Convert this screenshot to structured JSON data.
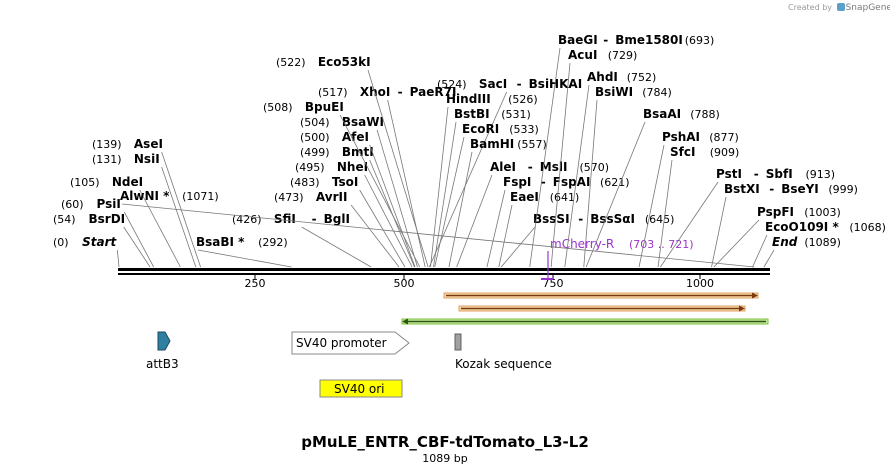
{
  "credit": {
    "prefix": "Created by",
    "brand": "SnapGene"
  },
  "plasmid": {
    "name": "pMuLE_ENTR_CBF-tdTomato_L3-L2",
    "length_label": "1089 bp",
    "length": 1089
  },
  "ruler": {
    "ticks": [
      250,
      500,
      750,
      1000
    ]
  },
  "endpoints": [
    {
      "name": "Start",
      "pos": "0"
    },
    {
      "name": "End",
      "pos": "1089"
    }
  ],
  "sites": [
    {
      "name": "BsrDI",
      "pos": "54"
    },
    {
      "name": "PsiI",
      "pos": "60"
    },
    {
      "name": "NdeI",
      "pos": "105"
    },
    {
      "name": "NsiI",
      "pos": "131"
    },
    {
      "name": "AseI",
      "pos": "139"
    },
    {
      "name": "BsaBI *",
      "pos": "292",
      "pos_right": true
    },
    {
      "name": "SfiI",
      "name2": "BglI",
      "pos": "426"
    },
    {
      "name": "AvrII",
      "pos": "473"
    },
    {
      "name": "TsoI",
      "pos": "483"
    },
    {
      "name": "NheI",
      "pos": "495"
    },
    {
      "name": "BmtI",
      "pos": "499"
    },
    {
      "name": "AfeI",
      "pos": "500"
    },
    {
      "name": "BsaWI",
      "pos": "504"
    },
    {
      "name": "BpuEI",
      "pos": "508"
    },
    {
      "name": "XhoI",
      "name2": "PaeR7I",
      "pos": "517"
    },
    {
      "name": "Eco53kI",
      "pos": "522"
    },
    {
      "name": "SacI",
      "name2": "BsiHKAI",
      "pos": "524"
    },
    {
      "name": "HindIII",
      "pos": "526",
      "pos_right": true
    },
    {
      "name": "BstBI",
      "pos": "531",
      "pos_right": true
    },
    {
      "name": "EcoRI",
      "pos": "533",
      "pos_right": true
    },
    {
      "name": "BamHI",
      "pos": "557",
      "pos_right": true
    },
    {
      "name": "AleI",
      "name2": "MslI",
      "pos": "570",
      "pos_right": true
    },
    {
      "name": "FspI",
      "name2": "FspAI",
      "pos": "621",
      "pos_right": true
    },
    {
      "name": "EaeI",
      "pos": "641",
      "pos_right": true
    },
    {
      "name": "BssSI",
      "name2": "BssSαI",
      "pos": "645",
      "pos_right": true
    },
    {
      "name": "BaeGI",
      "name2": "Bme1580I",
      "pos": "693",
      "pos_right": true
    },
    {
      "name": "AcuI",
      "pos": "729",
      "pos_right": true
    },
    {
      "name": "AhdI",
      "pos": "752",
      "pos_right": true
    },
    {
      "name": "BsiWI",
      "pos": "784",
      "pos_right": true
    },
    {
      "name": "BsaAI",
      "pos": "788",
      "pos_right": true
    },
    {
      "name": "PshAI",
      "pos": "877",
      "pos_right": true
    },
    {
      "name": "SfcI",
      "pos": "909",
      "pos_right": true
    },
    {
      "name": "PstI",
      "name2": "SbfI",
      "pos": "913",
      "pos_right": true
    },
    {
      "name": "BstXI",
      "name2": "BseYI",
      "pos": "999",
      "pos_right": true
    },
    {
      "name": "PspFI",
      "pos": "1003",
      "pos_right": true
    },
    {
      "name": "EcoO109I *",
      "pos": "1068",
      "pos_right": true
    },
    {
      "name": "AlwNI *",
      "pos": "1071",
      "pos_right": true
    }
  ],
  "primer": {
    "name": "mCherry-R",
    "range": "(703 .. 721)",
    "color": "#9933cc"
  },
  "features": [
    {
      "name": "attB3",
      "color": "#2e7fa0"
    },
    {
      "name": "SV40 promoter",
      "color": "#ffffff"
    },
    {
      "name": "Kozak sequence",
      "color": "#a0a0a0"
    },
    {
      "name": "SV40 ori",
      "color": "#ffff00"
    }
  ],
  "orf_arrows": [
    {
      "dir": "right",
      "color": "#e0a060"
    },
    {
      "dir": "right",
      "color": "#e0a060"
    },
    {
      "dir": "left",
      "color": "#7cc040"
    }
  ]
}
